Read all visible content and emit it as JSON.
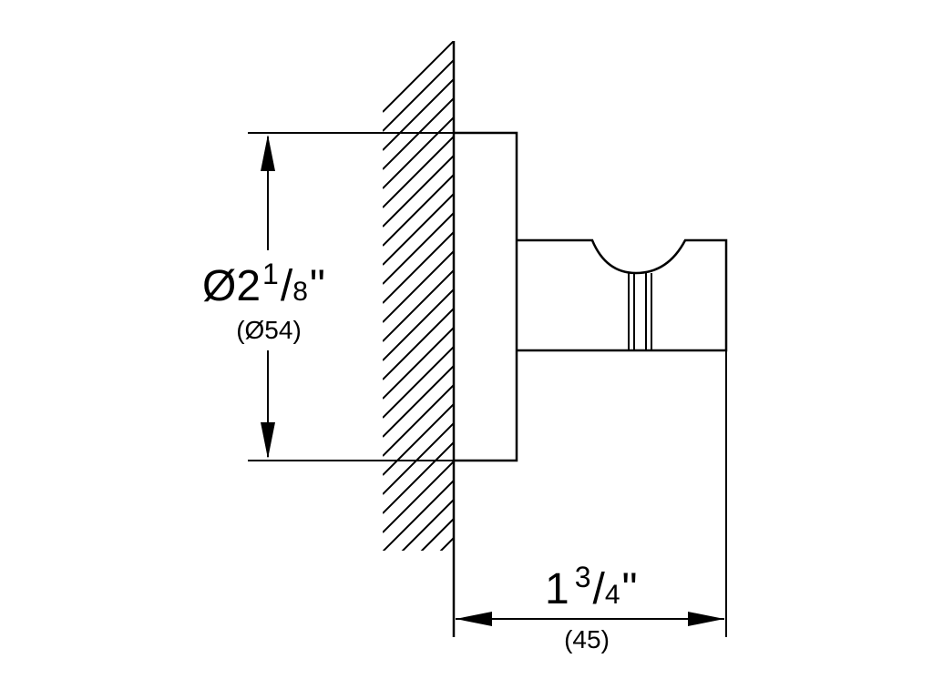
{
  "diagram": {
    "diameter": {
      "symbol": "Ø",
      "whole": "2",
      "numerator": "1",
      "slash": "/",
      "denominator": "8",
      "inch_mark": "\"",
      "metric": "(Ø54)"
    },
    "depth": {
      "whole": "1",
      "numerator": "3",
      "slash": "/",
      "denominator": "4",
      "inch_mark": "\"",
      "metric": "(45)"
    },
    "colors": {
      "line": "#000000",
      "background": "#ffffff"
    }
  }
}
